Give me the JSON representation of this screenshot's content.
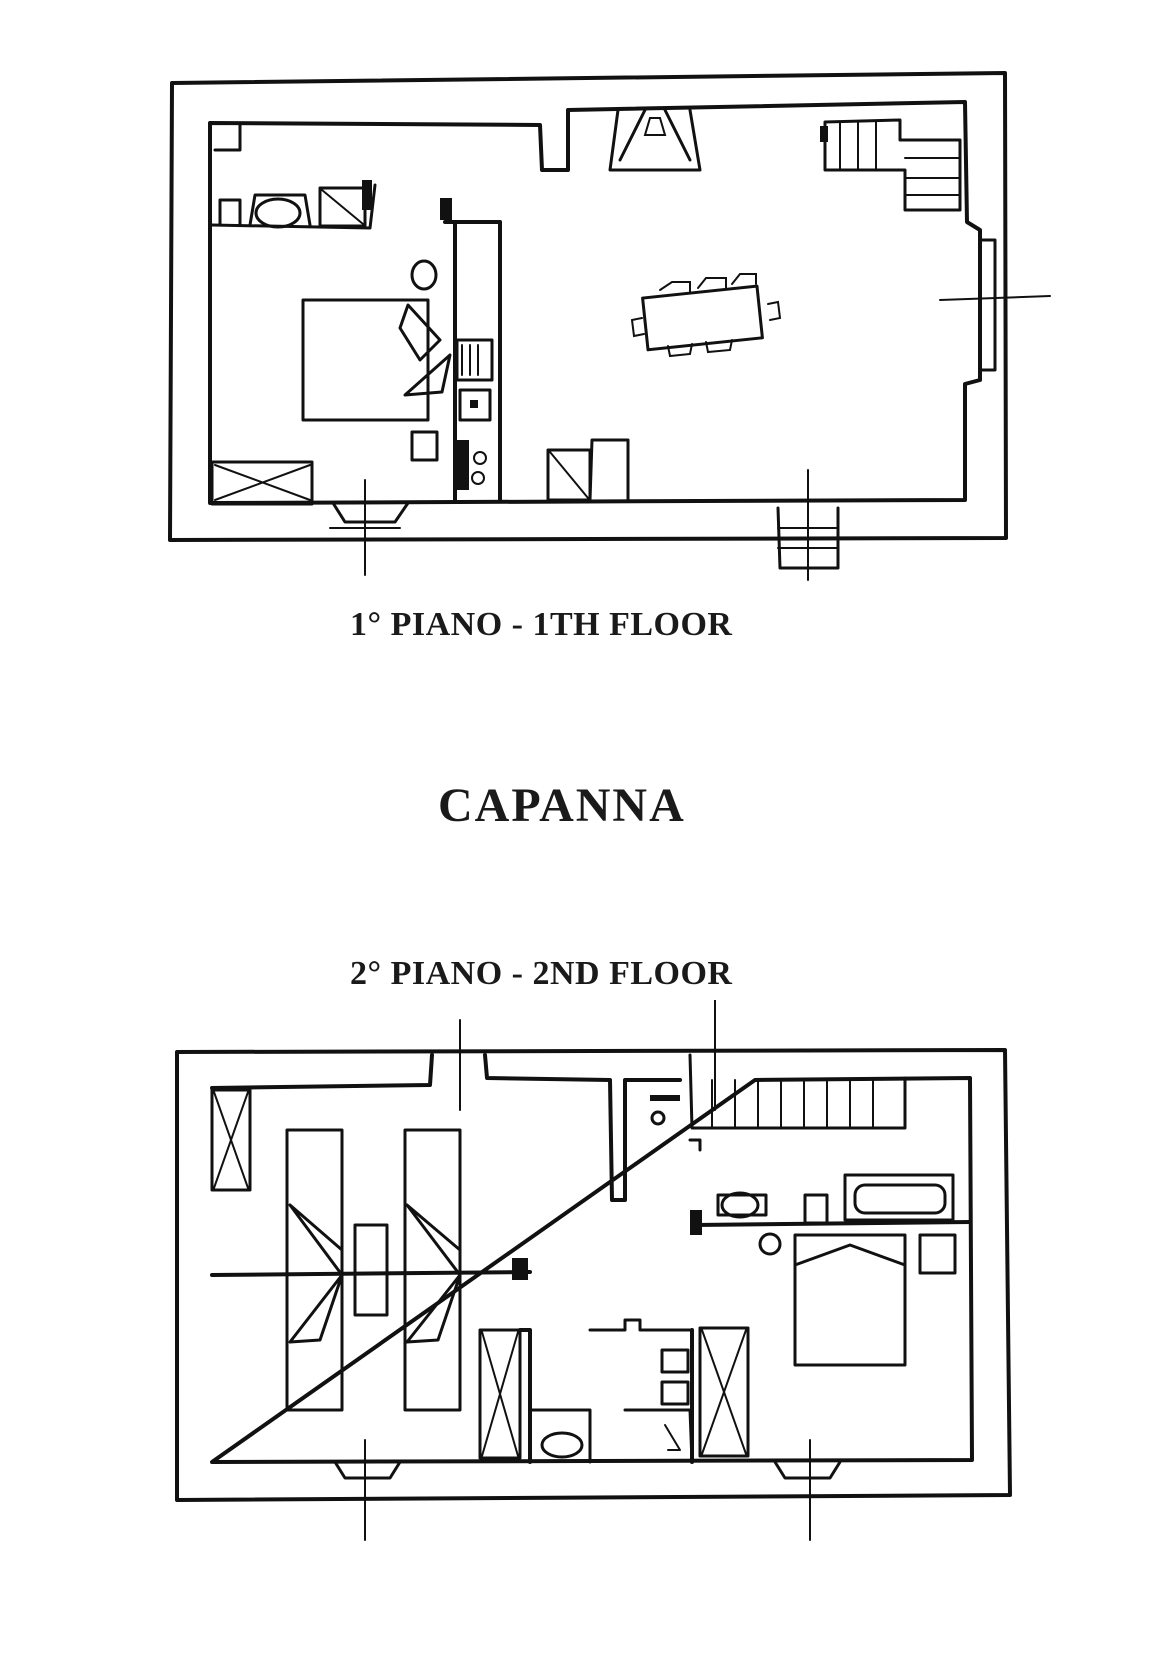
{
  "plans": {
    "first_floor_label": "1° PIANO - 1TH FLOOR",
    "title": "CAPANNA",
    "second_floor_label": "2° PIANO - 2ND FLOOR"
  }
}
